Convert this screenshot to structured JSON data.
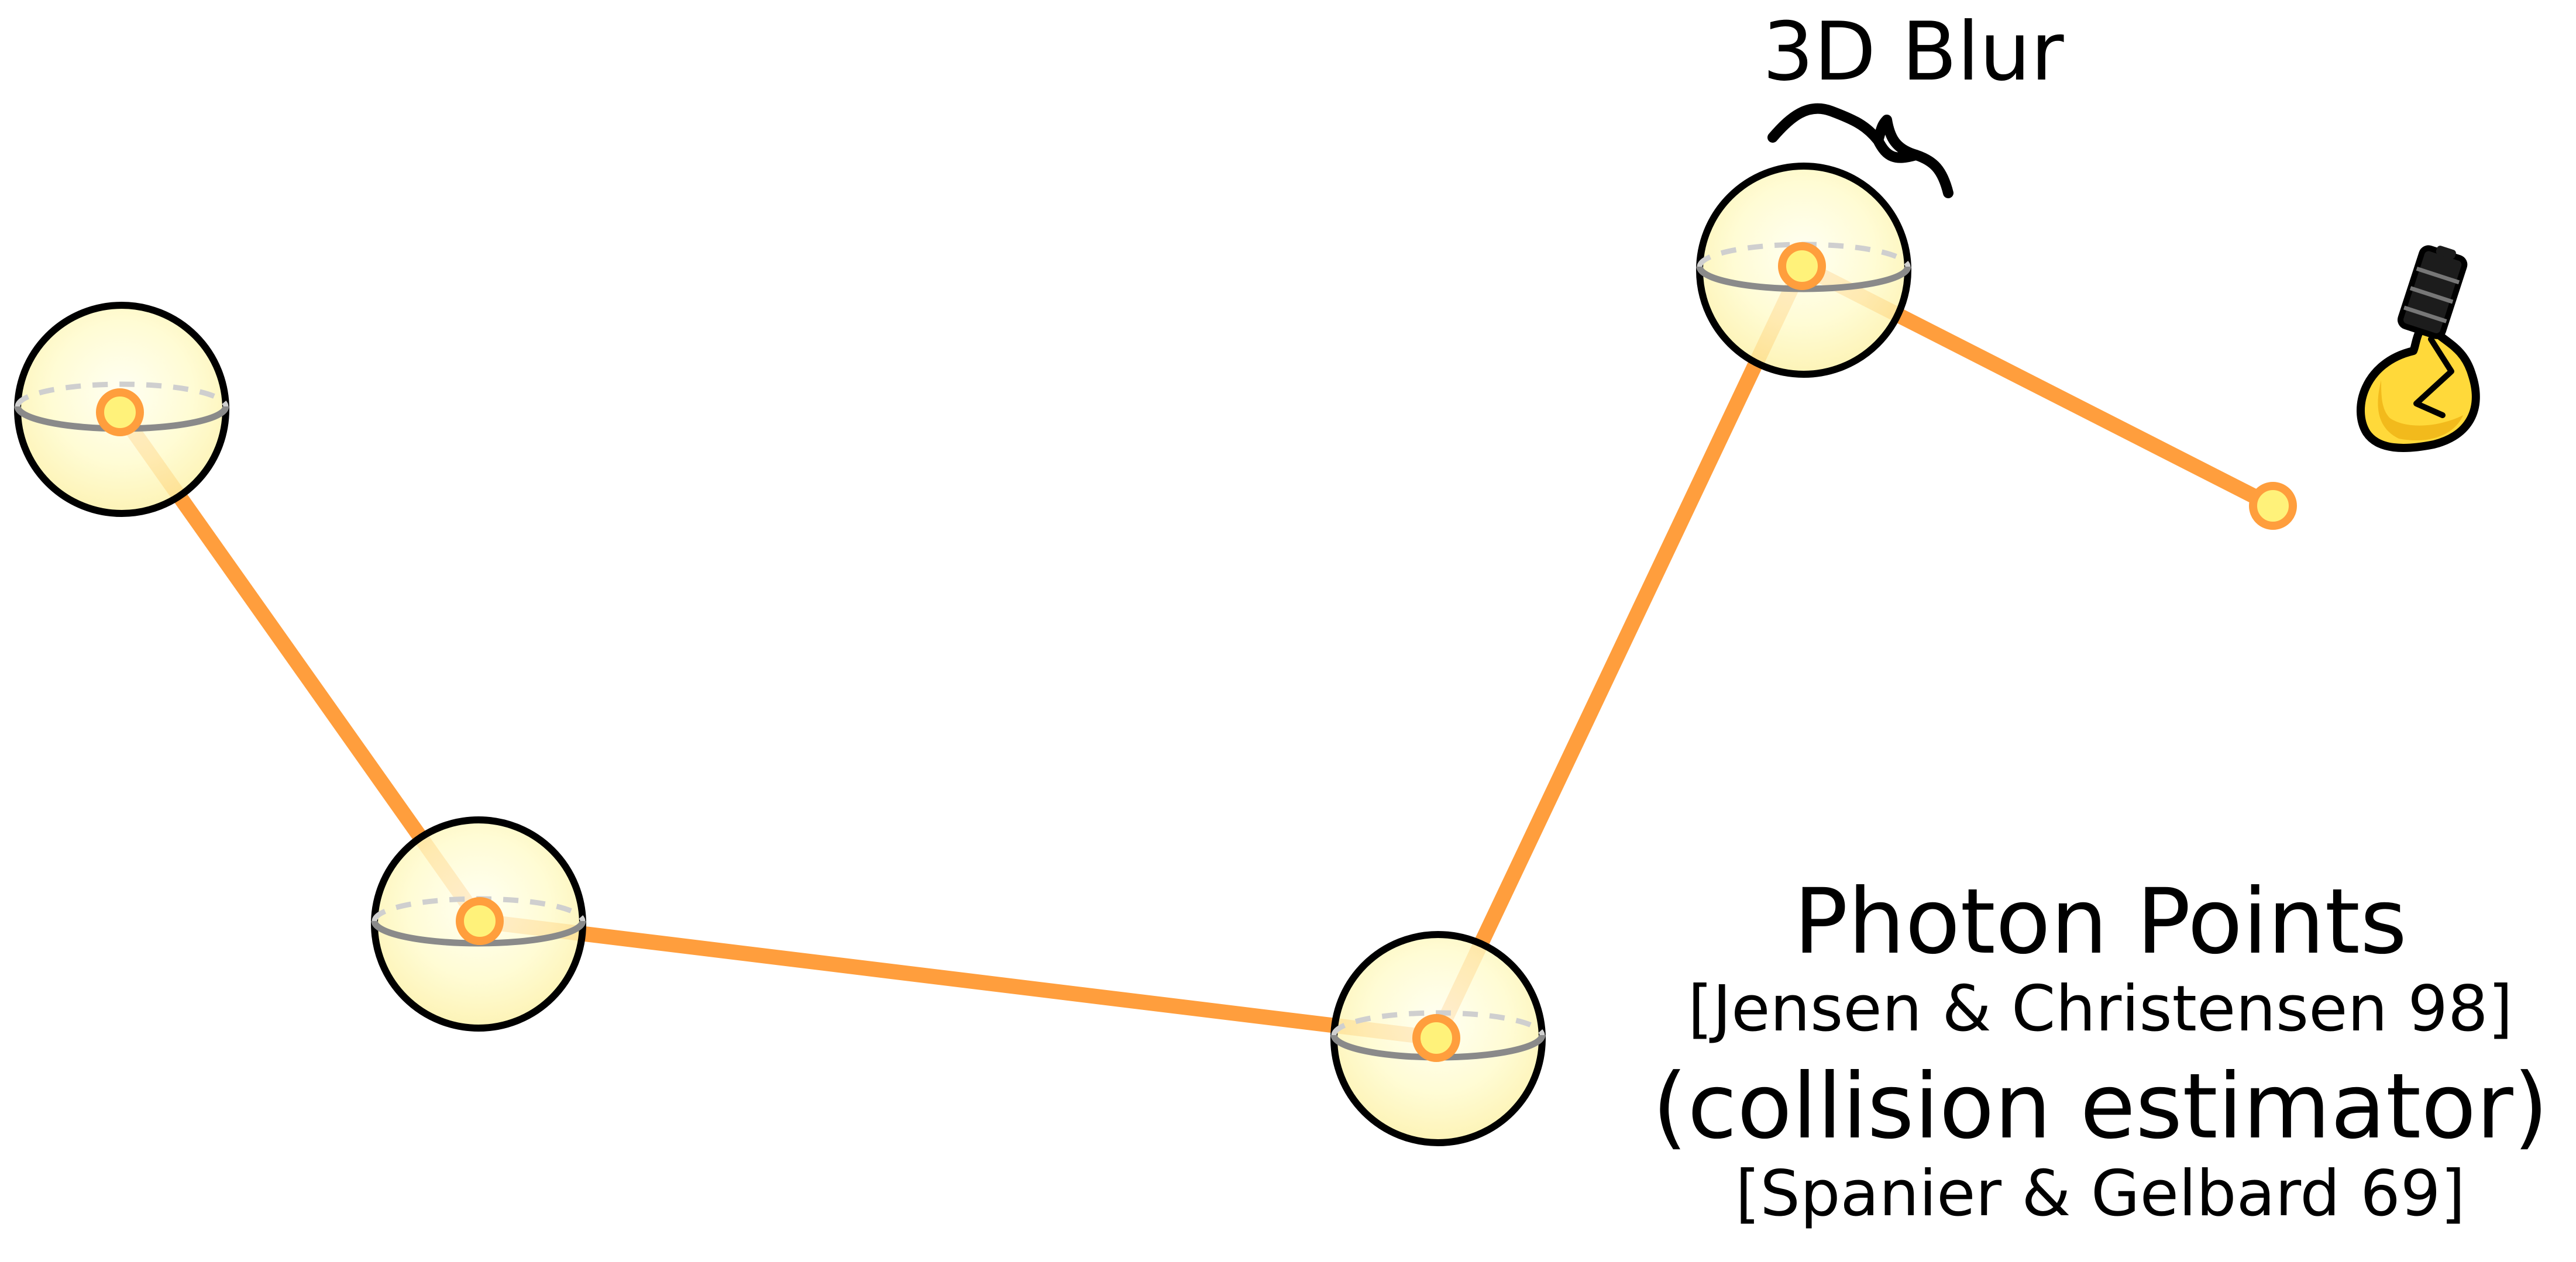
{
  "blur_label": "3D Blur",
  "title": "Photon Points",
  "citation_primary": "[Jensen & Christensen 98]",
  "subtitle": "(collision estimator)",
  "citation_secondary": "[Spanier & Gelbard 69]",
  "icons": {
    "light": "light-bulb-icon",
    "blur_bracket": "curly-brace-icon"
  },
  "colors": {
    "path": "#FF9E3D",
    "path_highlight": "#FFC77A",
    "vertex_fill": "#FFF27A",
    "vertex_stroke": "#FF9E3D",
    "sphere_fill": "#FFFAC8",
    "sphere_stroke": "#000000",
    "equator": "#888888",
    "bulb_glass": "#FFD93A",
    "bulb_base": "#1a1a1a"
  }
}
